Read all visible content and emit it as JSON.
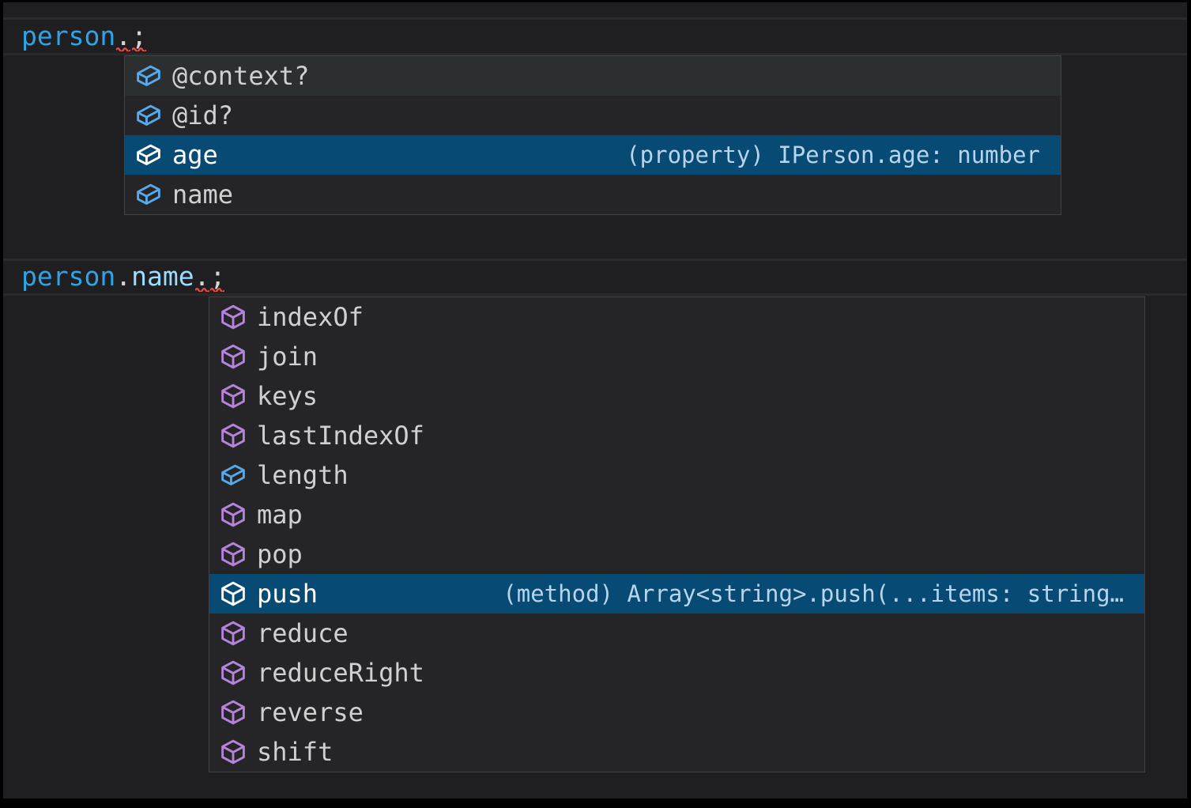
{
  "colors": {
    "editor_background": "#1f1f21",
    "line_highlight_band": "#2a2a2c",
    "widget_background": "#252527",
    "widget_border": "#434346",
    "row_hover_background": "#2c2f30",
    "row_selected_background": "#074a73",
    "label_foreground": "#d0d0d0",
    "label_selected_foreground": "#ffffff",
    "detail_foreground": "#b7d5ee",
    "token_variable": "#2fa3e8",
    "token_property": "#9cdcfe",
    "token_punctuation": "#d6d6d6",
    "error_squiggle": "#f14c4c",
    "field_icon": "#56a9ea",
    "method_icon": "#b583db",
    "selected_icon": "#ffffff"
  },
  "code": {
    "line1": {
      "variable": "person",
      "dot": ".",
      "semicolon": ";"
    },
    "line2": {
      "variable": "person",
      "dot1": ".",
      "property": "name",
      "dot2": ".",
      "semicolon": ";"
    }
  },
  "suggest1": {
    "items": [
      {
        "label": "@context?",
        "kind": "field"
      },
      {
        "label": "@id?",
        "kind": "field"
      },
      {
        "label": "age",
        "kind": "field",
        "selected": true,
        "detail": "(property) IPerson.age: number"
      },
      {
        "label": "name",
        "kind": "field"
      }
    ]
  },
  "suggest2": {
    "items": [
      {
        "label": "indexOf",
        "kind": "method"
      },
      {
        "label": "join",
        "kind": "method"
      },
      {
        "label": "keys",
        "kind": "method"
      },
      {
        "label": "lastIndexOf",
        "kind": "method"
      },
      {
        "label": "length",
        "kind": "field"
      },
      {
        "label": "map",
        "kind": "method"
      },
      {
        "label": "pop",
        "kind": "method"
      },
      {
        "label": "push",
        "kind": "method",
        "selected": true,
        "detail": "(method) Array<string>.push(...items: string…"
      },
      {
        "label": "reduce",
        "kind": "method"
      },
      {
        "label": "reduceRight",
        "kind": "method"
      },
      {
        "label": "reverse",
        "kind": "method"
      },
      {
        "label": "shift",
        "kind": "method"
      }
    ]
  }
}
